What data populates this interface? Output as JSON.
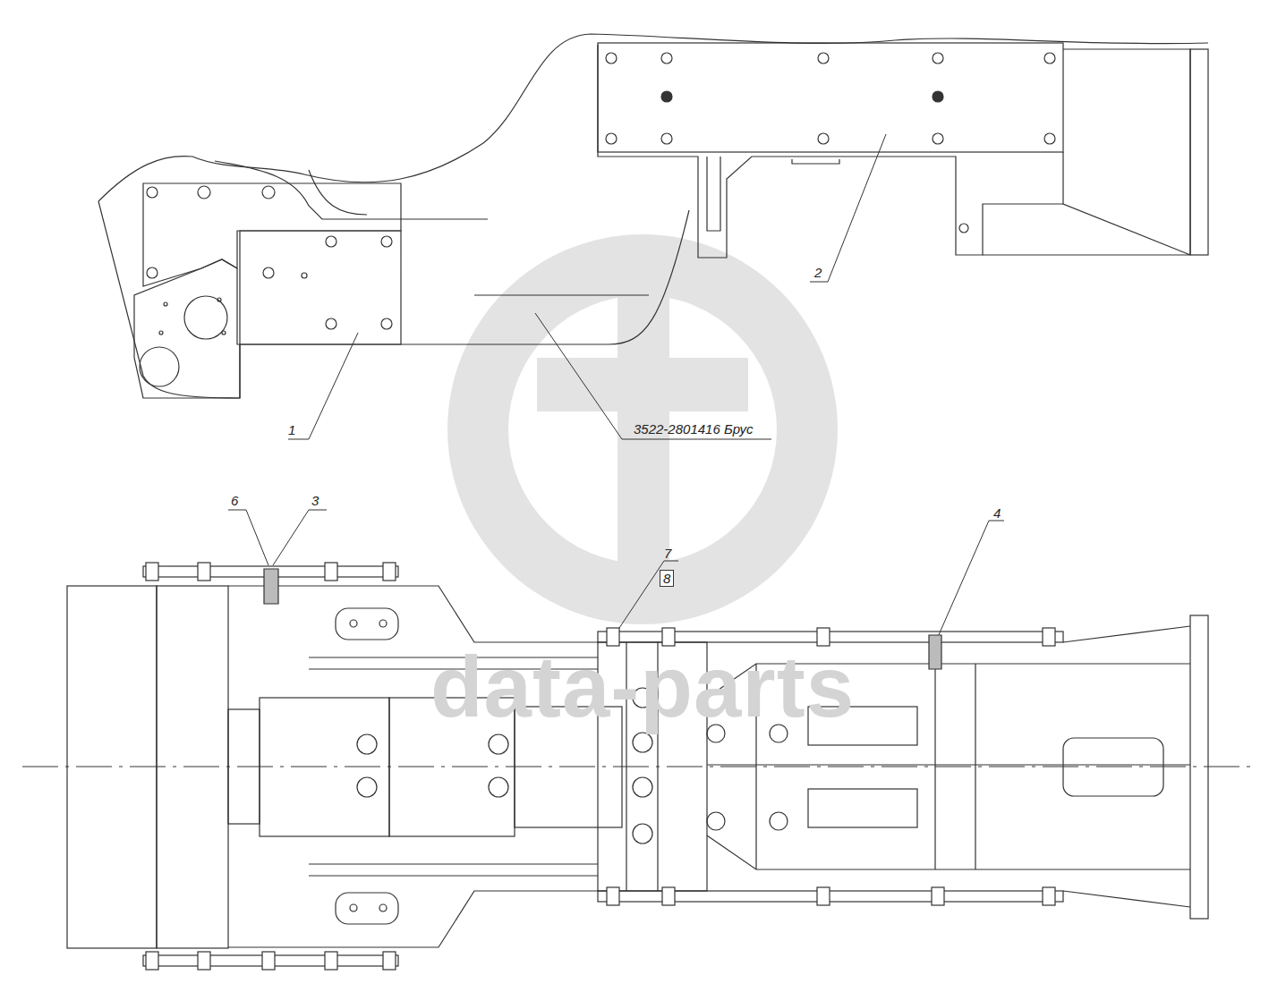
{
  "diagram": {
    "labels": [
      "1",
      "2",
      "3522-2801416 Брус",
      "6",
      "3",
      "7",
      "8",
      "4",
      "data-parts"
    ]
  }
}
